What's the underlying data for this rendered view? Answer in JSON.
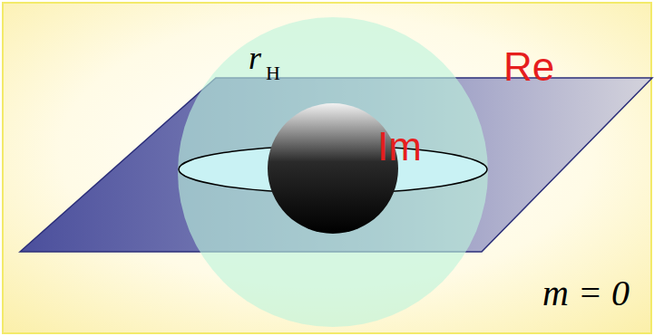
{
  "diagram": {
    "labels": [
      "r",
      "H",
      "Im",
      "Re",
      "m = 0"
    ]
  }
}
